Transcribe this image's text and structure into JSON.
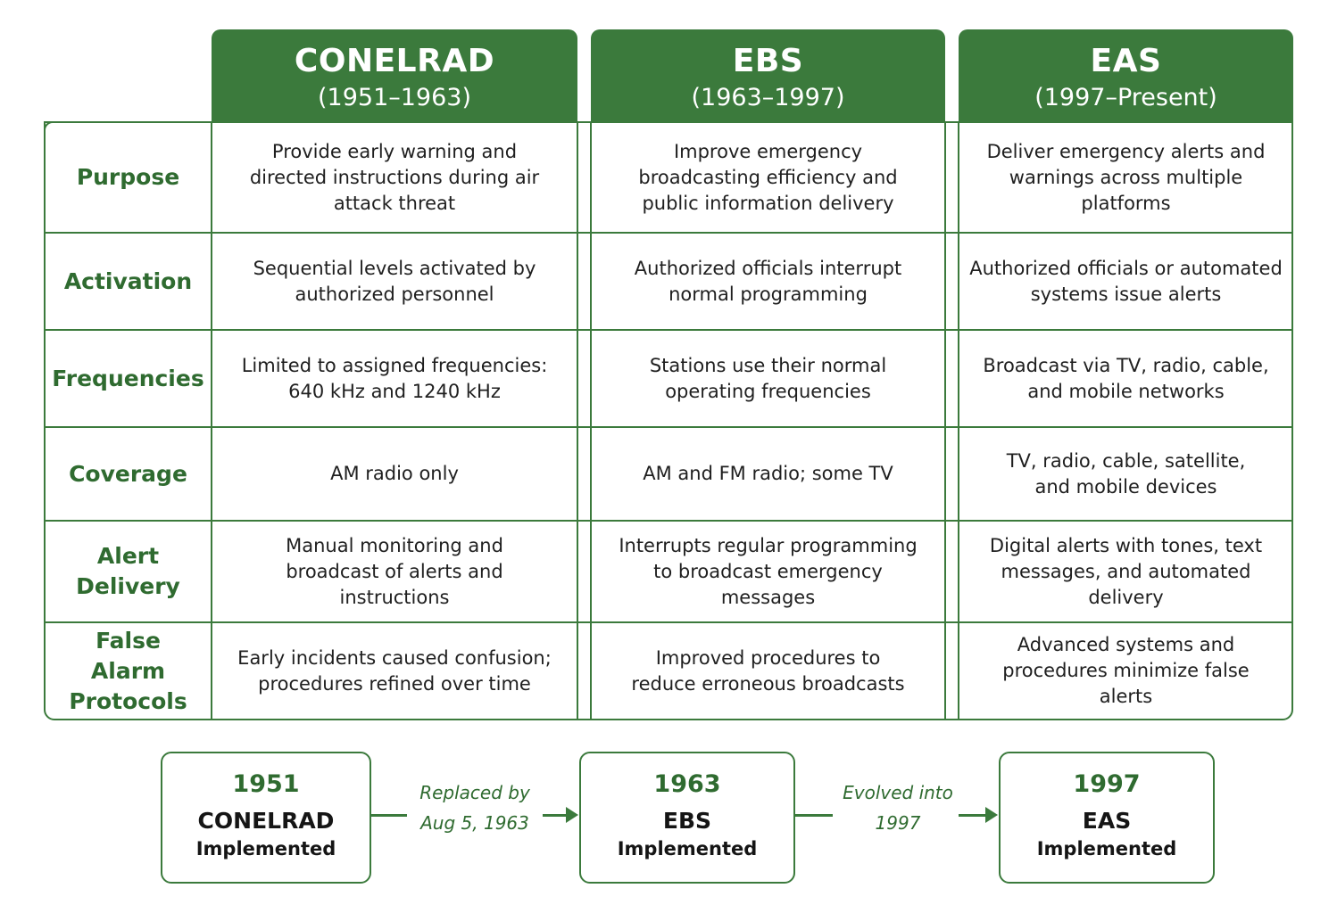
{
  "systems": [
    {
      "name": "CONELRAD",
      "years": "(1951–1963)"
    },
    {
      "name": "EBS",
      "years": "(1963–1997)"
    },
    {
      "name": "EAS",
      "years": "(1997–Present)"
    }
  ],
  "rows": [
    {
      "label": "Purpose",
      "cells": [
        "Provide early warning and directed instructions during air attack threat",
        "Improve emergency broadcasting efficiency and public information delivery",
        "Deliver emergency alerts and warnings across multiple platforms"
      ]
    },
    {
      "label": "Activation",
      "cells": [
        "Sequential levels activated by authorized personnel",
        "Authorized officials interrupt normal programming",
        "Authorized officials or automated systems issue alerts"
      ]
    },
    {
      "label": "Frequencies",
      "cells": [
        "Limited to assigned frequencies: 640 kHz and 1240 kHz",
        "Stations use their normal operating frequencies",
        "Broadcast via TV, radio, cable, and mobile networks"
      ]
    },
    {
      "label": "Coverage",
      "cells": [
        "AM radio only",
        "AM and FM radio; some TV",
        "TV, radio, cable, satellite, and mobile devices"
      ]
    },
    {
      "label": "Alert Delivery",
      "cells": [
        "Manual monitoring and broadcast of alerts and instructions",
        "Interrupts regular programming to broadcast emergency messages",
        "Digital alerts with tones, text messages, and automated delivery"
      ]
    },
    {
      "label": "False Alarm Protocols",
      "cells": [
        "Early incidents caused confusion; procedures refined over time",
        "Improved procedures to reduce erroneous broadcasts",
        "Advanced systems and procedures minimize false alerts"
      ]
    }
  ],
  "timeline": {
    "events": [
      {
        "year": "1951",
        "name": "CONELRAD",
        "event": "Implemented"
      },
      {
        "year": "1963",
        "name": "EBS",
        "event": "Implemented"
      },
      {
        "year": "1997",
        "name": "EAS",
        "event": "Implemented"
      }
    ],
    "connectors": [
      {
        "line1": "Replaced by",
        "line2": "Aug 5, 1963"
      },
      {
        "line1": "Evolved into",
        "line2": "1997"
      }
    ]
  },
  "colors": {
    "accent": "#3b7a3c",
    "label_text": "#2f6b30"
  }
}
